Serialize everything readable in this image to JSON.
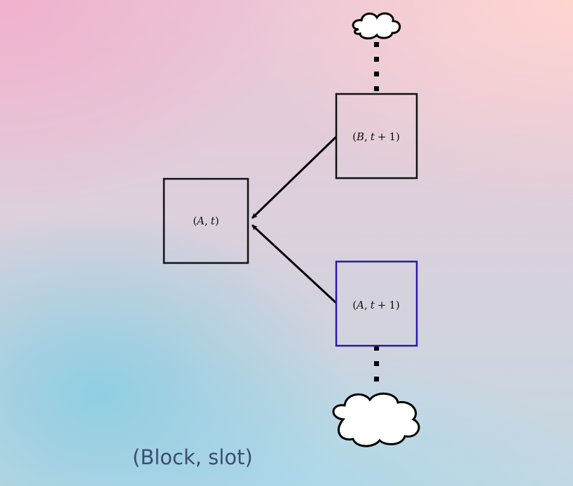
{
  "diagram": {
    "nodes": {
      "a_t": {
        "paren_open": "(",
        "block": "A",
        "comma": ",",
        "slot": "t",
        "plus": "",
        "one": "",
        "paren_close": ")"
      },
      "b_t1": {
        "paren_open": "(",
        "block": "B",
        "comma": ",",
        "slot": "t",
        "plus": "+",
        "one": "1",
        "paren_close": ")"
      },
      "a_t1": {
        "paren_open": "(",
        "block": "A",
        "comma": ",",
        "slot": "t",
        "plus": "+",
        "one": "1",
        "paren_close": ")"
      }
    },
    "colors": {
      "box_border": "#111111",
      "highlight_border": "#2a1aa6",
      "arrow": "#000000",
      "cloud_fill": "#ffffff"
    }
  },
  "caption": "(Block, slot)"
}
